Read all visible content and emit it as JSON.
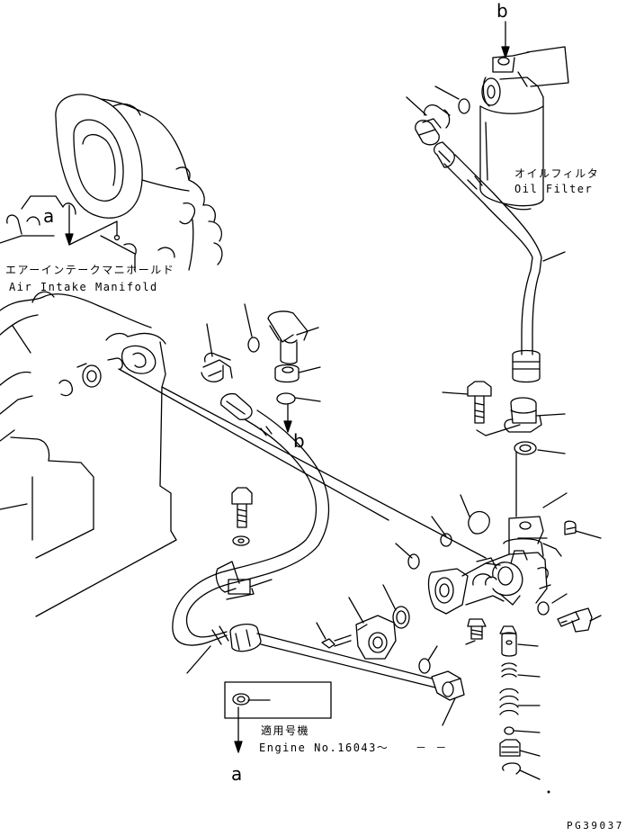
{
  "callouts": {
    "b_top": "b",
    "a_left": "a",
    "b_mid": "b",
    "a_bottom": "a"
  },
  "labels": {
    "oil_filter_jp": "オイルフィルタ",
    "oil_filter_en": "Oil Filter",
    "manifold_jp": "エアーインテークマニホールド",
    "manifold_en": "Air Intake Manifold",
    "serial_jp": "適用号機",
    "serial_en": "Engine No.16043〜",
    "dash": "－ －"
  },
  "drawing_code": "PG39037"
}
